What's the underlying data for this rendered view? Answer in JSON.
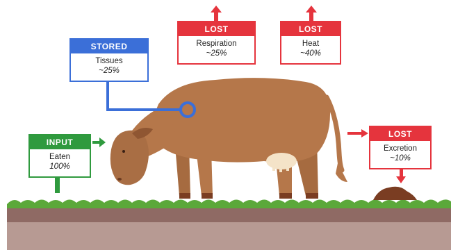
{
  "colors": {
    "lost": "#e5343d",
    "stored": "#3b6fd8",
    "input": "#2f9a3e",
    "cow": "#b5774a",
    "grass": "#5ba83a",
    "soil": "#8f6a64"
  },
  "boxes": {
    "input": {
      "header": "INPUT",
      "label": "Eaten",
      "value": "100%"
    },
    "stored": {
      "header": "STORED",
      "label": "Tissues",
      "value": "~25%"
    },
    "respiration": {
      "header": "LOST",
      "label": "Respiration",
      "value": "~25%"
    },
    "heat": {
      "header": "LOST",
      "label": "Heat",
      "value": "~40%"
    },
    "excretion": {
      "header": "LOST",
      "label": "Excretion",
      "value": "~10%"
    }
  }
}
